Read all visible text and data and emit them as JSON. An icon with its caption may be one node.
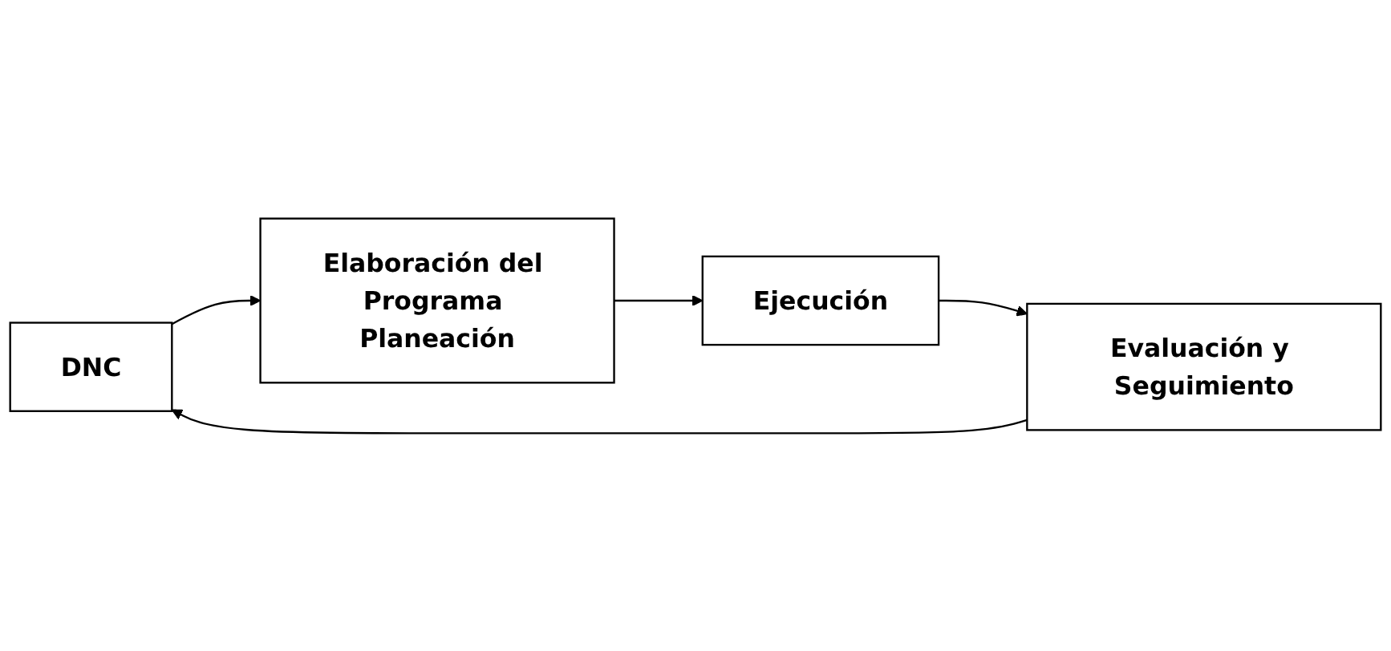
{
  "diagram": {
    "nodes": [
      {
        "text": [
          "DNC"
        ]
      },
      {
        "text": [
          "Elaboración del Programa Planeación"
        ]
      },
      {
        "text": [
          "Ejecución"
        ]
      },
      {
        "text": [
          "Evaluación y Seguimiento"
        ]
      }
    ],
    "edges": [
      {
        "from": 0,
        "to": 1,
        "arrow": "to"
      },
      {
        "from": 1,
        "to": 2,
        "arrow": "to"
      },
      {
        "from": 2,
        "to": 3,
        "arrow": "to"
      },
      {
        "from": 3,
        "to": 0,
        "arrow": "to"
      }
    ]
  }
}
